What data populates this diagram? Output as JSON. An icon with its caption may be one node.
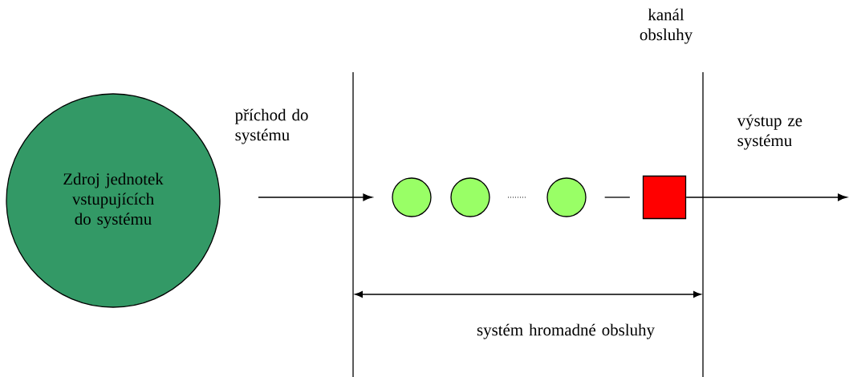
{
  "diagram": {
    "nodes": [
      {
        "text": [
          "Zdroj jednotek vstupujících do systému"
        ]
      },
      {
        "text": [],
        "shape": "circle"
      },
      {
        "text": [],
        "shape": "circle"
      },
      {
        "text": [],
        "shape": "circle"
      },
      {
        "text": [],
        "shape": "box"
      }
    ],
    "edges": [
      {
        "from": null,
        "to": 1,
        "arrow": "to",
        "label": "příchod do systému"
      },
      {
        "from": 3,
        "to": 4,
        "arrow": "none"
      },
      {
        "from": 4,
        "to": null,
        "arrow": "to",
        "label": "výstup ze systému"
      }
    ],
    "labels": [
      "kanál obsluhy",
      "systém hromadné obsluhy"
    ]
  }
}
